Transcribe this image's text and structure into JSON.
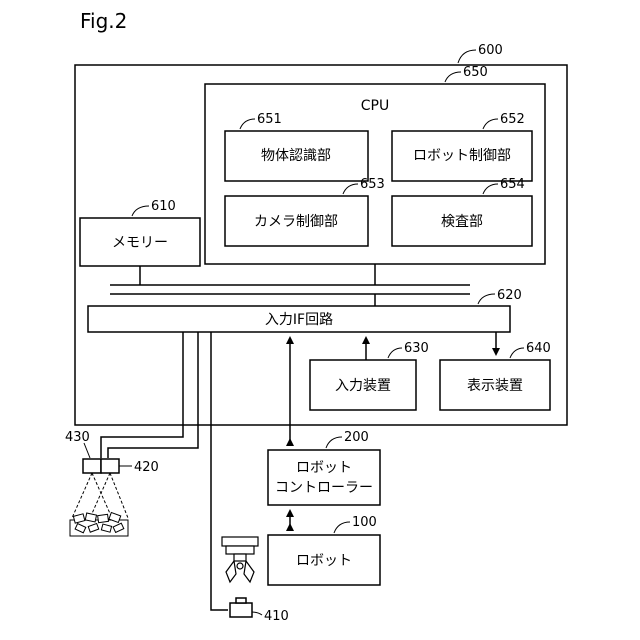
{
  "figure_label": "Fig.2",
  "refs": {
    "r600": "600",
    "r650": "650",
    "r651": "651",
    "r652": "652",
    "r653": "653",
    "r654": "654",
    "r610": "610",
    "r620": "620",
    "r630": "630",
    "r640": "640",
    "r200": "200",
    "r100": "100",
    "r410": "410",
    "r420": "420",
    "r430": "430"
  },
  "labels": {
    "cpu": "CPU",
    "object_recognition": "物体認識部",
    "robot_control": "ロボット制御部",
    "camera_control": "カメラ制御部",
    "inspection": "検査部",
    "memory": "メモリー",
    "input_if": "入力IF回路",
    "input_device": "入力装置",
    "display_device": "表示装置",
    "robot_controller_line1": "ロボット",
    "robot_controller_line2": "コントローラー",
    "robot": "ロボット"
  }
}
